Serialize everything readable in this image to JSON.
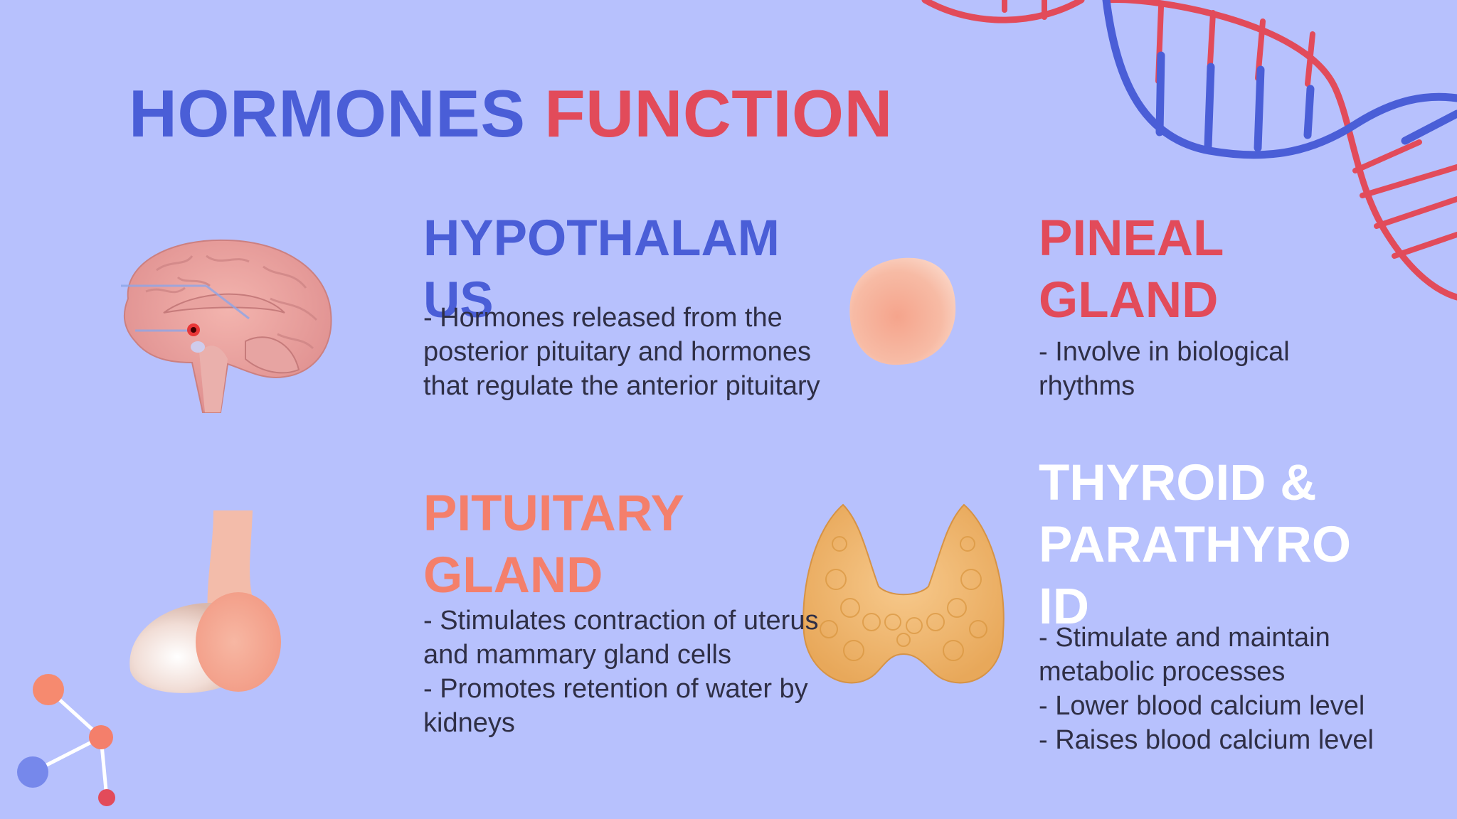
{
  "title": {
    "part1": "HORMONES",
    "part2": "FUNCTION"
  },
  "colors": {
    "background": "#b7c1fd",
    "blue": "#4a5ed7",
    "red": "#e24b5a",
    "salmon": "#f47f6b",
    "white": "#ffffff",
    "text": "#2f2f46"
  },
  "sections": {
    "hypothalamus": {
      "heading": "HYPOTHALAMUS",
      "description": "- Hormones released from the posterior pituitary and hormones that regulate the anterior pituitary",
      "icon": "brain-illustration"
    },
    "pineal": {
      "heading": "PINEAL GLAND",
      "description": "- Involve in biological rhythms",
      "icon": "pineal-gland-illustration"
    },
    "pituitary": {
      "heading": "PITUITARY GLAND",
      "lines": [
        "- Stimulates contraction of uterus and mammary gland cells",
        "- Promotes retention of water by kidneys"
      ],
      "icon": "pituitary-gland-illustration"
    },
    "thyroid": {
      "heading": "THYROID & PARATHYROID",
      "lines": [
        "- Stimulate and maintain metabolic processes",
        "- Lower blood calcium level",
        "- Raises blood calcium level"
      ],
      "icon": "thyroid-gland-illustration"
    }
  },
  "decorations": [
    "dna-helix-decoration",
    "molecule-decoration"
  ]
}
